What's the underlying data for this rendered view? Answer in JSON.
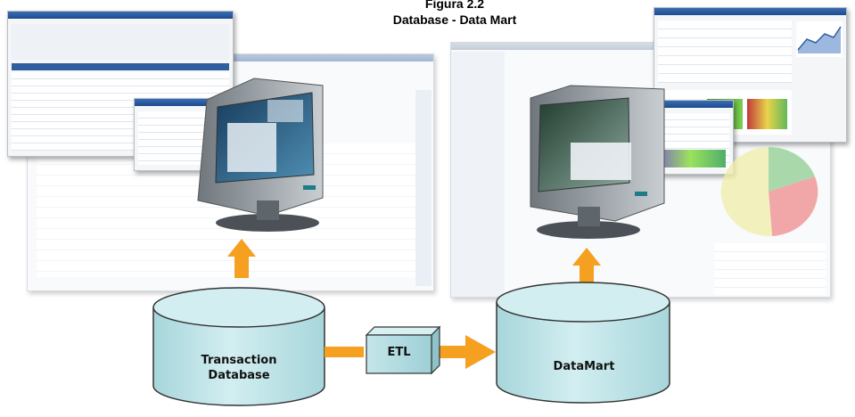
{
  "figure": {
    "number": "Figura 2.2",
    "title": "Database - Data Mart"
  },
  "diagram": {
    "left_store": "Transaction Database",
    "left_store_line1": "Transaction",
    "left_store_line2": "Database",
    "process": "ETL",
    "right_store": "DataMart"
  },
  "colors": {
    "cylinder_fill": "#bfe3e6",
    "arrow": "#f5a020",
    "etl_box": "#bfe3e6"
  }
}
